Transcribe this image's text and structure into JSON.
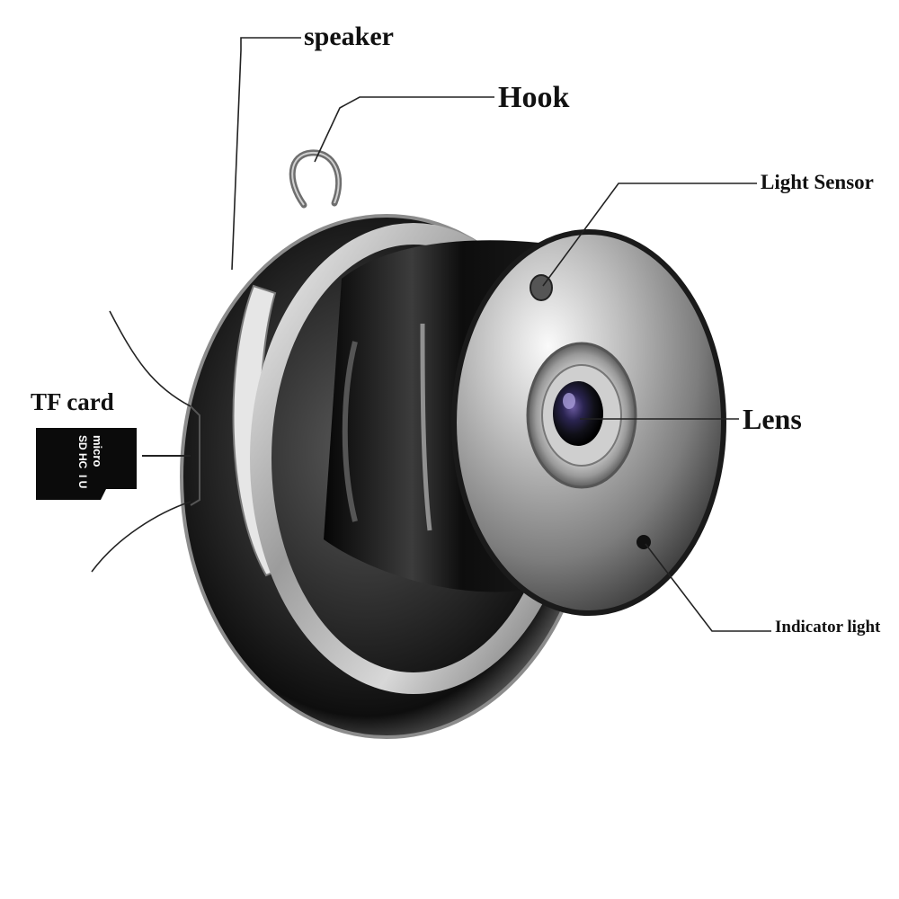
{
  "labels": {
    "speaker": "speaker",
    "hook": "Hook",
    "light_sensor": "Light Sensor",
    "lens": "Lens",
    "indicator_light": "Indicator light",
    "tf_card": "TF card"
  },
  "sd_card": {
    "brand": "micro",
    "capacity_class": "SD HC",
    "speed_class": "I U"
  },
  "colors": {
    "camera_body": "#1a1a1a",
    "chrome": "#9a9a9a",
    "lens_glass": "#2a2450",
    "label_text": "#111111",
    "leader_line": "#222222"
  }
}
